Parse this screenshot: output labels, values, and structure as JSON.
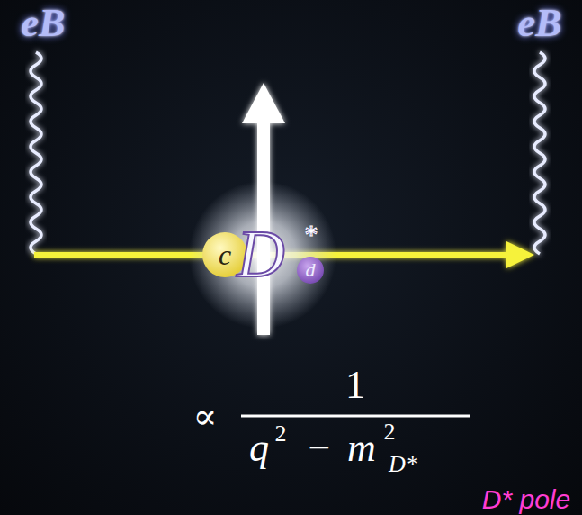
{
  "diagram": {
    "nodes": [
      {
        "text": [
          "c",
          "D",
          "*",
          "d"
        ]
      }
    ],
    "labels": [
      "eB",
      "eB",
      "∝",
      "1",
      "q",
      "2",
      "−",
      "m",
      "2",
      "D*",
      "D* pole"
    ]
  }
}
